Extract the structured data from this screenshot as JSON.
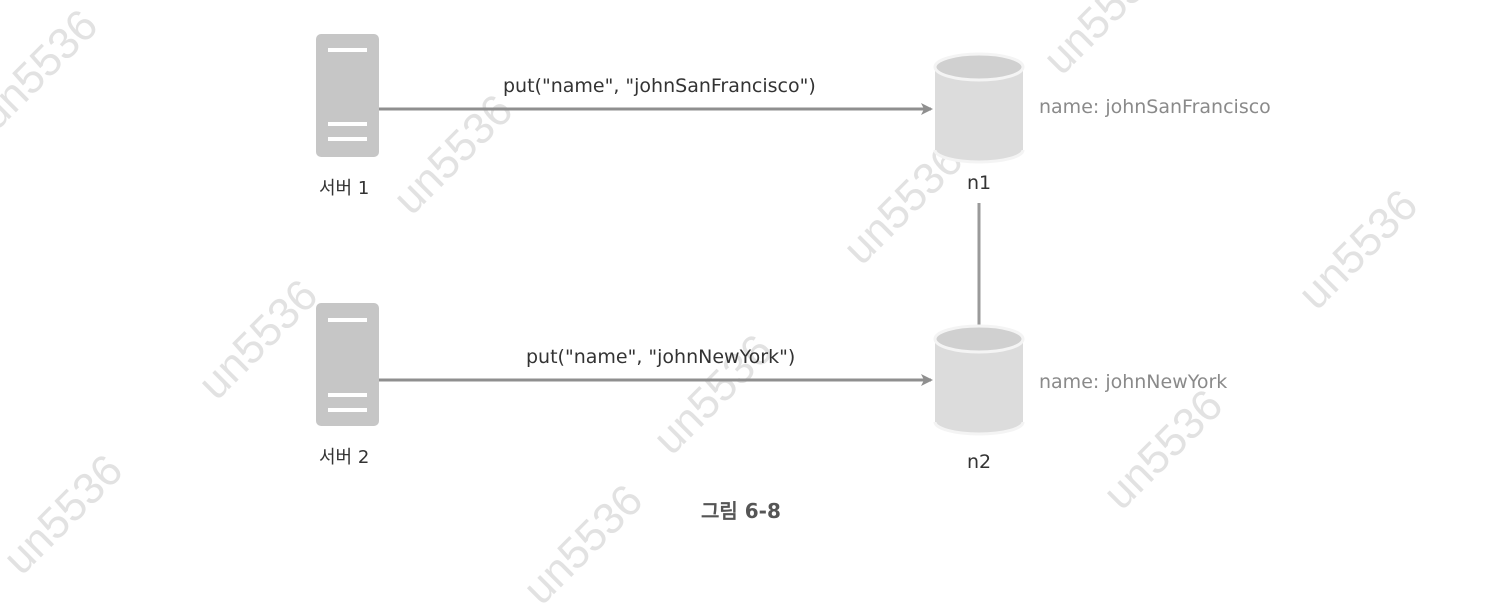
{
  "servers": [
    {
      "label": "서버 1"
    },
    {
      "label": "서버 2"
    }
  ],
  "requests": [
    {
      "label": "put(\"name\",  \"johnSanFrancisco\")"
    },
    {
      "label": "put(\"name\", \"johnNewYork\")"
    }
  ],
  "nodes": [
    {
      "label": "n1",
      "value": "name: johnSanFrancisco"
    },
    {
      "label": "n2",
      "value": "name: johnNewYork"
    }
  ],
  "caption": "그림 6-8",
  "watermark": "un5536",
  "colors": {
    "server_body": "#c6c6c6",
    "server_slot": "#ffffff",
    "arrow": "#8f8f8f",
    "db_body": "#dcdcdc",
    "db_top": "#d0d0d0",
    "db_edge": "#f4f4f4",
    "link": "#9a9a9a"
  }
}
